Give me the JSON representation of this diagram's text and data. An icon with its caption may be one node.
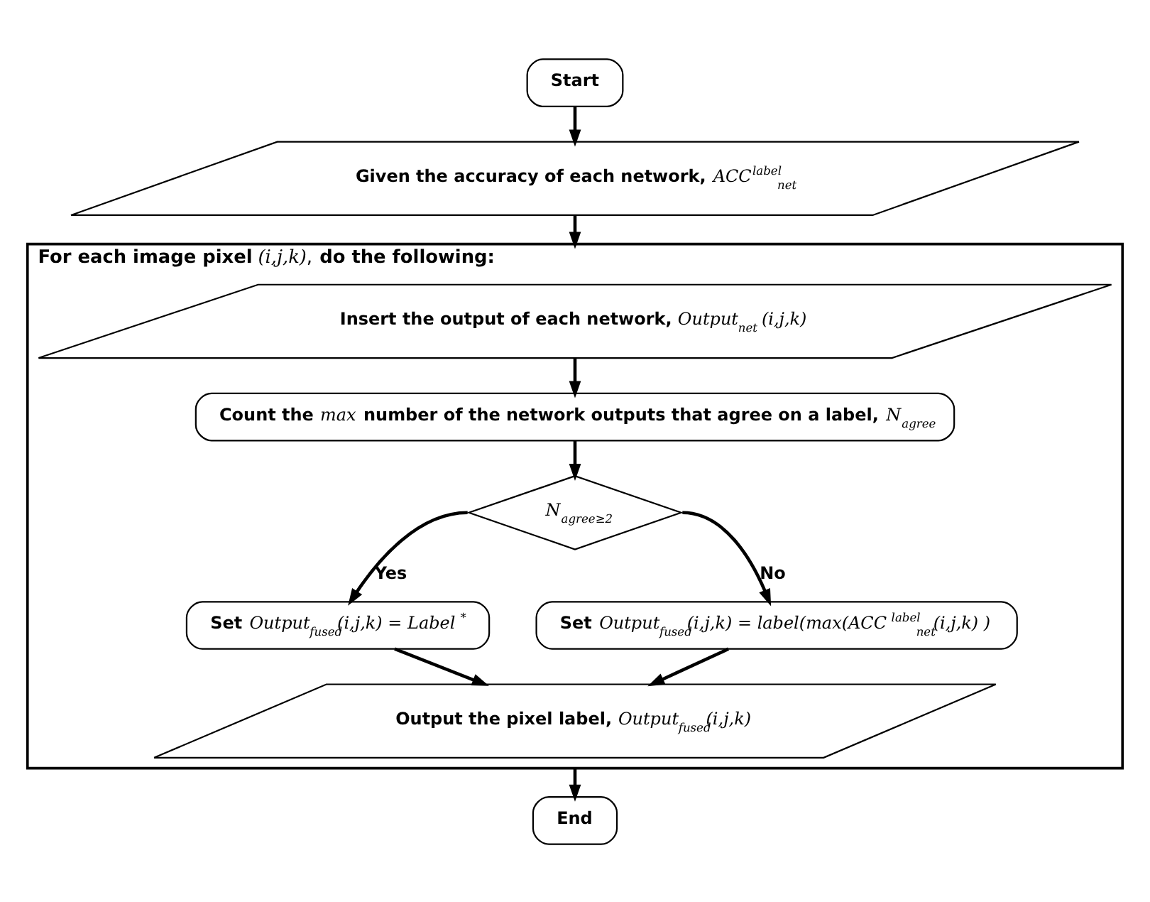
{
  "diagram": {
    "nodes": [
      {
        "text": [
          "**Start**"
        ]
      },
      {
        "text": [
          "**Given the accuracy of each network,** *ACC*$^{label}$$_{net}$"
        ]
      },
      {
        "text": [
          "**For each image pixel** *(i,j,k)*, **do the following:**"
        ]
      },
      {
        "text": [
          "**Insert the output of each network,** *Output*$_{net}$ *(i,j,k)*"
        ],
        "in": 2
      },
      {
        "text": [
          "**Count the** *max* **number of the network outputs that agree on a label,** *N*$_{agree}$"
        ],
        "in": 2
      },
      {
        "text": [
          "*N*$_{agree≥2}$"
        ],
        "in": 2
      },
      {
        "text": [
          "**Set** *Output*$_{fused}$*(i,j,k) = Label*$^{*}$"
        ],
        "in": 2
      },
      {
        "text": [
          "**Set** *Output*$_{fused}$*(i,j,k) = label(max(ACC*$^{label}$$_{net}$*(i,j,k) )*"
        ],
        "in": 2
      },
      {
        "text": [
          "**Output the pixel label,** *Output*$_{fused}$*(i,j,k)*"
        ],
        "in": 2
      },
      {
        "text": [
          "**End**"
        ]
      }
    ],
    "edges": [
      {
        "from": 0,
        "to": 1,
        "arrow": "to"
      },
      {
        "from": 1,
        "to": 2,
        "arrow": "to"
      },
      {
        "from": 3,
        "to": 4,
        "arrow": "to"
      },
      {
        "from": 4,
        "to": 5,
        "arrow": "to"
      },
      {
        "from": 5,
        "to": 6,
        "arrow": "to",
        "label": "**Yes**"
      },
      {
        "from": 5,
        "to": 7,
        "arrow": "to",
        "label": "**No**"
      },
      {
        "from": 6,
        "to": 8,
        "arrow": "to"
      },
      {
        "from": 7,
        "to": 8,
        "arrow": "to"
      },
      {
        "from": 2,
        "to": 9,
        "arrow": "to"
      }
    ]
  }
}
